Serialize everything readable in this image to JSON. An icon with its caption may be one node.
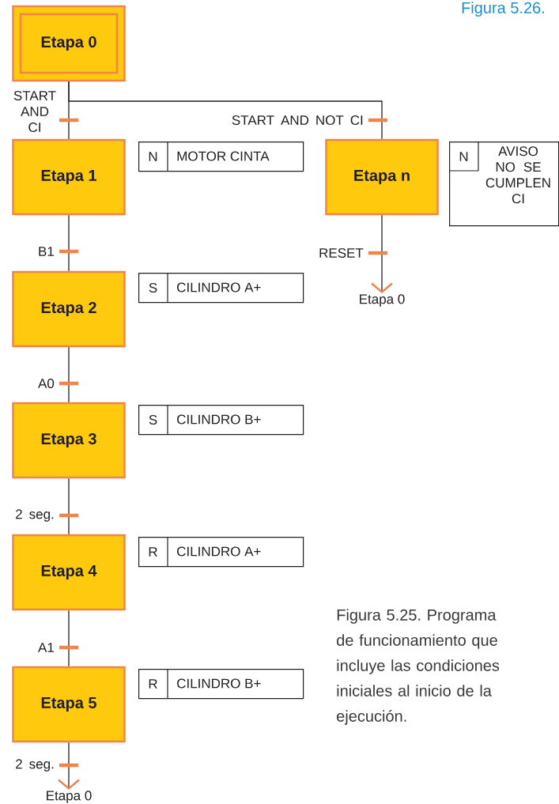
{
  "diagram": {
    "caption": "Figura 5.25. Programa de funcionamiento que incluye las condiciones iniciales al inicio de la ejecución.",
    "nodes": [
      {
        "text": [
          "Etapa 0"
        ]
      },
      {
        "text": [
          "Etapa 1"
        ]
      },
      {
        "text": [
          "N",
          "MOTOR CINTA"
        ]
      },
      {
        "text": [
          "Etapa n"
        ]
      },
      {
        "text": [
          "N",
          "AVISO NO SE CUMPLEN CI"
        ]
      },
      {
        "text": [
          "Etapa 2"
        ]
      },
      {
        "text": [
          "S",
          "CILINDRO A+"
        ]
      },
      {
        "text": [
          "Etapa 3"
        ]
      },
      {
        "text": [
          "S",
          "CILINDRO B+"
        ]
      },
      {
        "text": [
          "Etapa 4"
        ]
      },
      {
        "text": [
          "R",
          "CILINDRO A+"
        ]
      },
      {
        "text": [
          "Etapa 5"
        ]
      },
      {
        "text": [
          "R",
          "CILINDRO B+"
        ]
      },
      {
        "text": [
          "Etapa 0"
        ]
      },
      {
        "text": [
          "Etapa 0"
        ]
      }
    ],
    "edges": [
      {
        "from": 0,
        "to": 1,
        "arrow": "none",
        "label": "START AND CI"
      },
      {
        "from": 0,
        "to": 3,
        "arrow": "none",
        "label": "START AND NOT CI"
      },
      {
        "from": 1,
        "to": 5,
        "arrow": "none",
        "label": "B1"
      },
      {
        "from": 5,
        "to": 7,
        "arrow": "none",
        "label": "A0"
      },
      {
        "from": 7,
        "to": 9,
        "arrow": "none",
        "label": "2 seg."
      },
      {
        "from": 9,
        "to": 11,
        "arrow": "none",
        "label": "A1"
      },
      {
        "from": 11,
        "to": 14,
        "arrow": "to",
        "label": "2 seg."
      },
      {
        "from": 3,
        "to": 13,
        "arrow": "to",
        "label": "RESET"
      }
    ],
    "labels": [
      "Figura 5.26."
    ]
  }
}
